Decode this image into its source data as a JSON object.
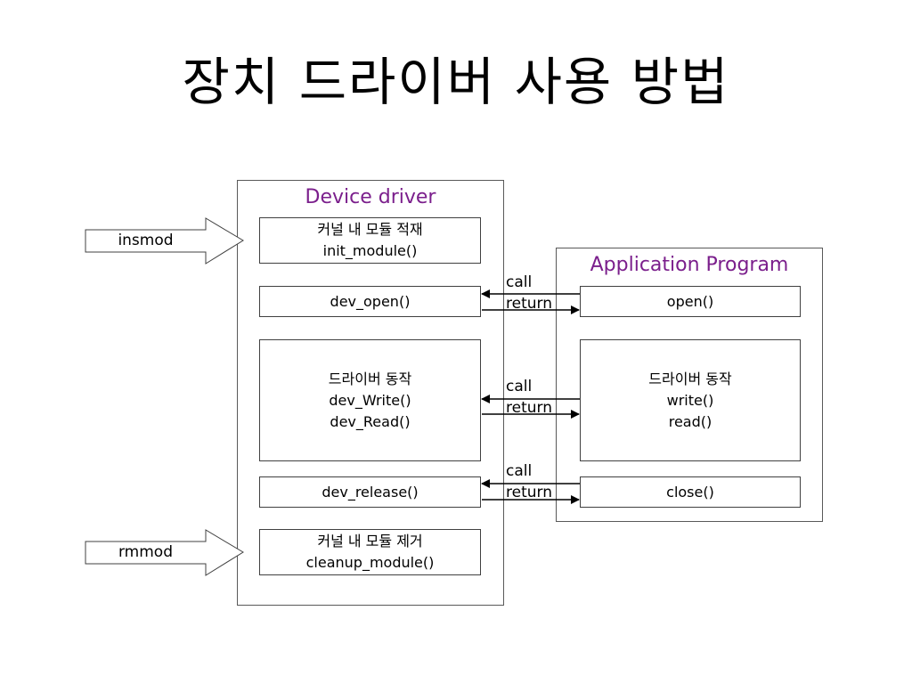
{
  "title": "장치 드라이버 사용 방법",
  "device_driver": {
    "heading": "Device driver",
    "init_box": {
      "line1": "커널 내 모듈 적재",
      "line2": "init_module()"
    },
    "open_box": "dev_open()",
    "operate_box": {
      "line1": "드라이버 동작",
      "line2": "dev_Write()",
      "line3": "dev_Read()"
    },
    "release_box": "dev_release()",
    "cleanup_box": {
      "line1": "커널 내 모듈 제거",
      "line2": "cleanup_module()"
    }
  },
  "application": {
    "heading": "Application Program",
    "open_box": "open()",
    "operate_box": {
      "line1": "드라이버 동작",
      "line2": "write()",
      "line3": "read()"
    },
    "close_box": "close()"
  },
  "commands": {
    "insmod": "insmod",
    "rmmod": "rmmod"
  },
  "arrow_labels": {
    "open": {
      "call": "call",
      "return": "return"
    },
    "operate": {
      "call": "call",
      "return": "return"
    },
    "release": {
      "call": "call",
      "return": "return"
    }
  }
}
